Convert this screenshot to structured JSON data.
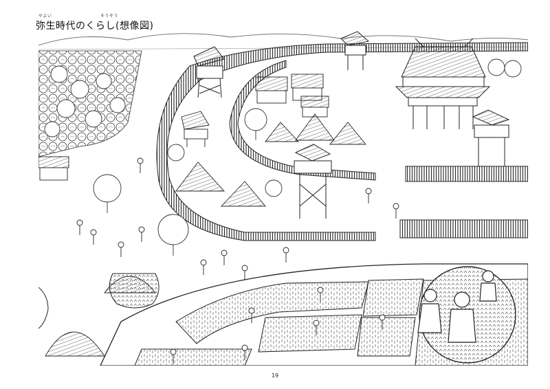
{
  "header": {
    "title": "弥生時代のくらし(想像図)",
    "ruby": {
      "yayoi": "やよい",
      "souzou": "そうぞう"
    }
  },
  "illustration": {
    "icon": "yayoi-settlement-illustration"
  },
  "footer": {
    "page_number": "19"
  }
}
